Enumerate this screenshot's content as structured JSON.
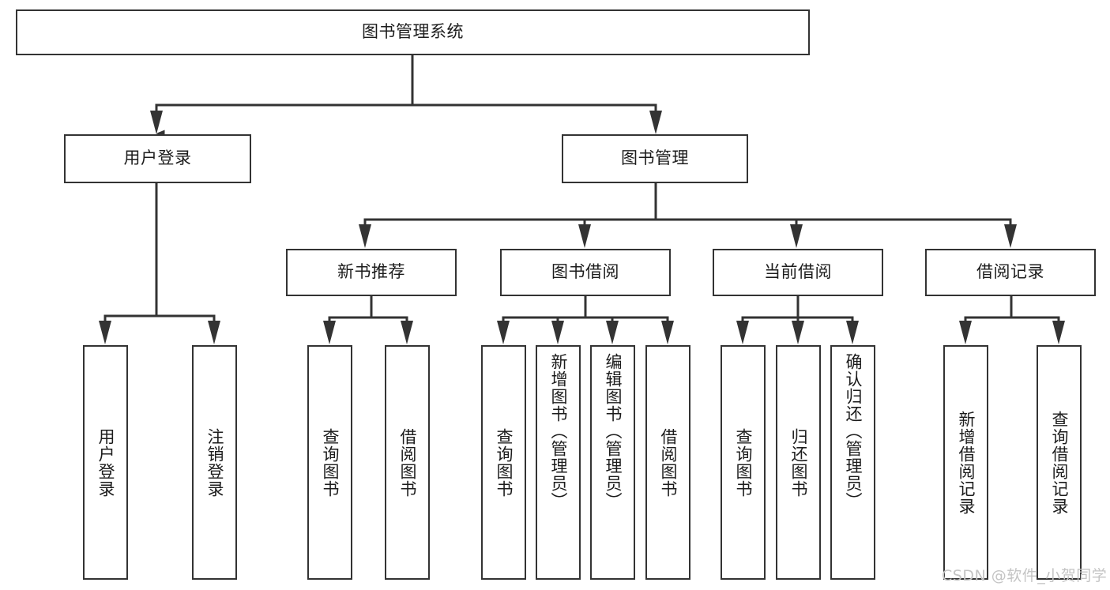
{
  "diagram": {
    "type": "hierarchy-tree",
    "title": "图书管理系统",
    "root": {
      "id": "root",
      "label": "图书管理系统"
    },
    "level2": [
      {
        "id": "user-login",
        "label": "用户登录"
      },
      {
        "id": "book-manage",
        "label": "图书管理"
      }
    ],
    "level3": [
      {
        "id": "new-book-recommend",
        "label": "新书推荐",
        "parent": "book-manage"
      },
      {
        "id": "book-borrow",
        "label": "图书借阅",
        "parent": "book-manage"
      },
      {
        "id": "current-borrow",
        "label": "当前借阅",
        "parent": "book-manage"
      },
      {
        "id": "borrow-record",
        "label": "借阅记录",
        "parent": "book-manage"
      }
    ],
    "leaves": [
      {
        "id": "leaf-user-login",
        "label": "用户登录",
        "parent": "user-login"
      },
      {
        "id": "leaf-logout",
        "label": "注销登录",
        "parent": "user-login"
      },
      {
        "id": "leaf-query-book-1",
        "label": "查询图书",
        "parent": "new-book-recommend"
      },
      {
        "id": "leaf-borrow-book-1",
        "label": "借阅图书",
        "parent": "new-book-recommend"
      },
      {
        "id": "leaf-query-book-2",
        "label": "查询图书",
        "parent": "book-borrow"
      },
      {
        "id": "leaf-add-book",
        "label": "新增图书（管理员）",
        "parent": "book-borrow"
      },
      {
        "id": "leaf-edit-book",
        "label": "编辑图书（管理员）",
        "parent": "book-borrow"
      },
      {
        "id": "leaf-borrow-book-2",
        "label": "借阅图书",
        "parent": "book-borrow"
      },
      {
        "id": "leaf-query-book-3",
        "label": "查询图书",
        "parent": "current-borrow"
      },
      {
        "id": "leaf-return-book",
        "label": "归还图书",
        "parent": "current-borrow"
      },
      {
        "id": "leaf-confirm-return",
        "label": "确认归还（管理员）",
        "parent": "current-borrow"
      },
      {
        "id": "leaf-add-record",
        "label": "新增借阅记录",
        "parent": "borrow-record"
      },
      {
        "id": "leaf-query-record",
        "label": "查询借阅记录",
        "parent": "borrow-record"
      }
    ],
    "colors": {
      "box_border": "#333333",
      "box_fill": "#ffffff",
      "connector": "#333333",
      "text": "#1c1c1c",
      "watermark": "#c4c4c4",
      "background": "#ffffff"
    }
  },
  "watermark": {
    "text": "CSDN @软件_小贺同学"
  }
}
